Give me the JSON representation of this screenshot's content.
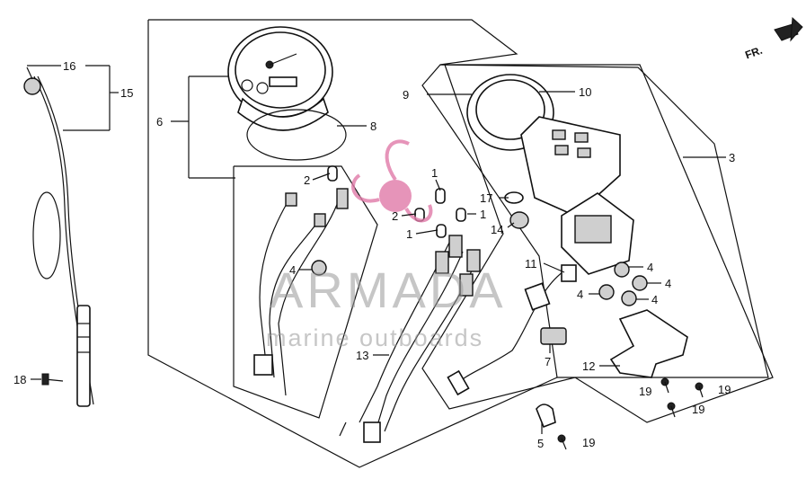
{
  "watermark": {
    "brand": "ARMADA",
    "tagline": "marine outboards",
    "logo_color": "#e07aa8"
  },
  "direction_label": "FR.",
  "callouts": [
    "1",
    "1",
    "1",
    "2",
    "2",
    "3",
    "4",
    "4",
    "4",
    "4",
    "4",
    "5",
    "6",
    "7",
    "8",
    "9",
    "10",
    "11",
    "12",
    "13",
    "14",
    "15",
    "16",
    "17",
    "18",
    "19",
    "19",
    "19",
    "19"
  ]
}
